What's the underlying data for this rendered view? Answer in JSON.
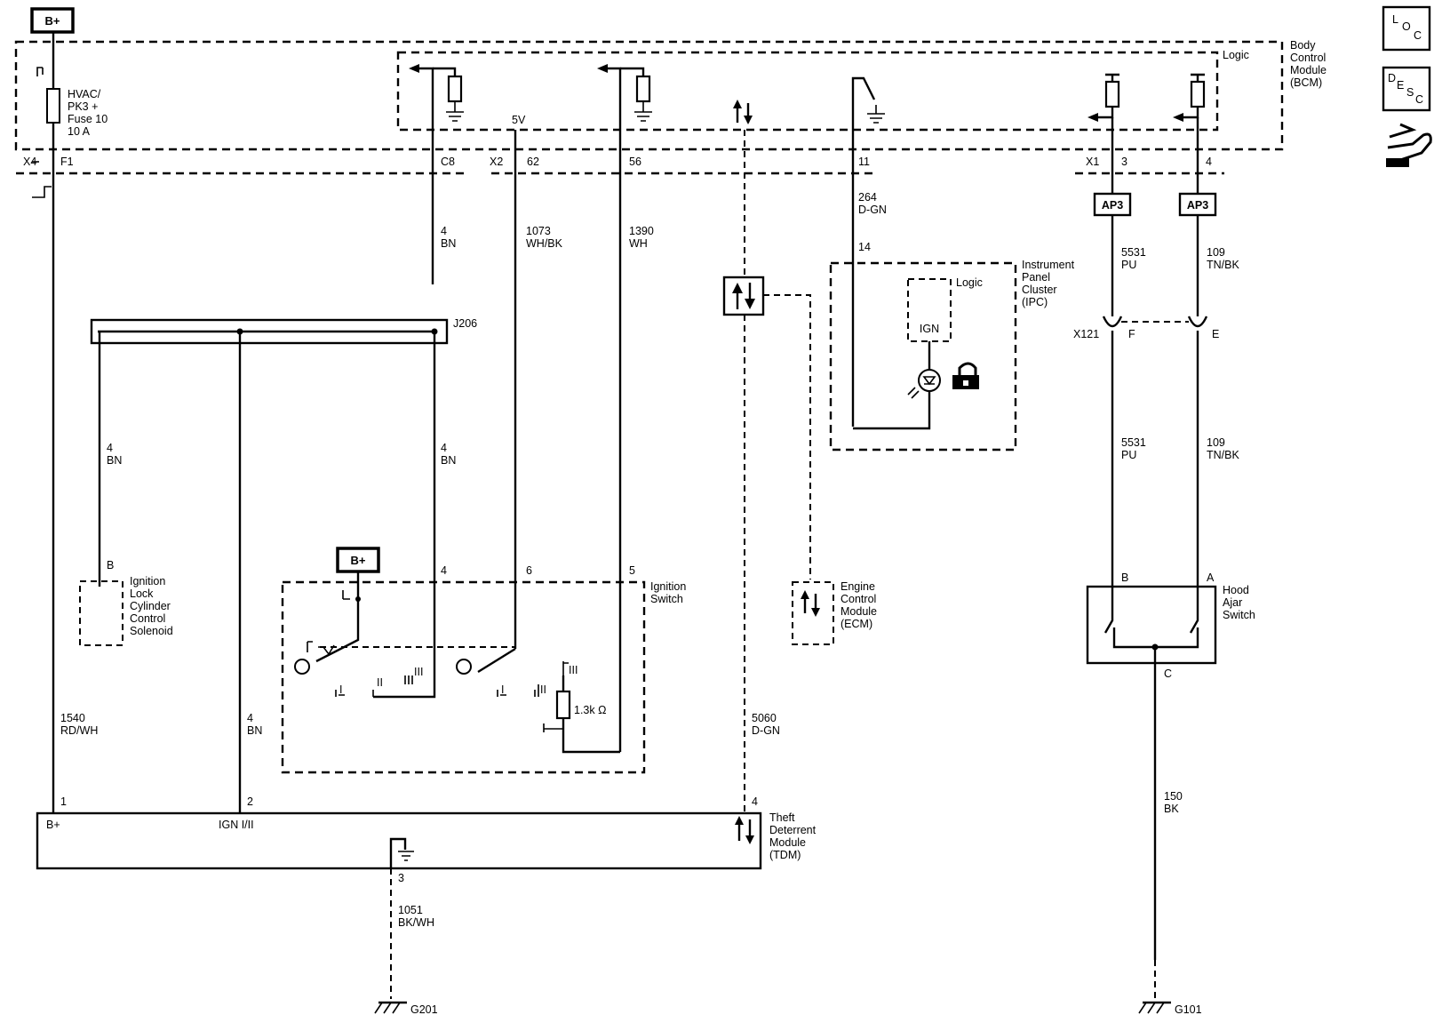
{
  "bplus": "B+",
  "bcm": {
    "name": [
      "Body",
      "Control",
      "Module",
      "(BCM)"
    ],
    "logic": "Logic",
    "fuse": [
      "HVAC/",
      "PK3 +",
      "Fuse 10",
      "10 A"
    ],
    "v5": "5V"
  },
  "connectors": {
    "x4": "X4",
    "f1": "F1",
    "c8": "C8",
    "x2": "X2",
    "p62": "62",
    "p56": "56",
    "p11": "11",
    "x1": "X1",
    "p3": "3",
    "p4": "4",
    "j206": "J206",
    "x121": "X121",
    "pF": "F",
    "pE": "E"
  },
  "splices": {
    "ap3a": "AP3",
    "ap3b": "AP3"
  },
  "wires": {
    "w4bn_top": [
      "4",
      "BN"
    ],
    "w1073": [
      "1073",
      "WH/BK"
    ],
    "w1390": [
      "1390",
      "WH"
    ],
    "w264": [
      "264",
      "D-GN"
    ],
    "w5531a": [
      "5531",
      "PU"
    ],
    "w109a": [
      "109",
      "TN/BK"
    ],
    "w4bn_left": [
      "4",
      "BN"
    ],
    "w4bn_mid": [
      "4",
      "BN"
    ],
    "w5531b": [
      "5531",
      "PU"
    ],
    "w109b": [
      "109",
      "TN/BK"
    ],
    "w1540": [
      "1540",
      "RD/WH"
    ],
    "w4bn_ign": [
      "4",
      "BN"
    ],
    "w5060": [
      "5060",
      "D-GN"
    ],
    "w1051": [
      "1051",
      "BK/WH"
    ],
    "w150": [
      "150",
      "BK"
    ]
  },
  "ipc": {
    "name": [
      "Instrument",
      "Panel",
      "Cluster",
      "(IPC)"
    ],
    "pin": "14",
    "logic": "Logic",
    "ign": "IGN"
  },
  "solenoid": {
    "name": [
      "Ignition",
      "Lock",
      "Cylinder",
      "Control",
      "Solenoid"
    ],
    "pin": "B"
  },
  "ignition_switch": {
    "name": [
      "Ignition",
      "Switch"
    ],
    "pin4": "4",
    "pin6": "6",
    "pin5": "5",
    "pos1": "I",
    "pos2": "II",
    "pos3": "III",
    "resistor": "1.3k Ω"
  },
  "ecm": {
    "name": [
      "Engine",
      "Control",
      "Module",
      "(ECM)"
    ]
  },
  "hood": {
    "name": [
      "Hood",
      "Ajar",
      "Switch"
    ],
    "pinB": "B",
    "pinA": "A",
    "pinC": "C"
  },
  "tdm": {
    "name": [
      "Theft",
      "Deterrent",
      "Module",
      "(TDM)"
    ],
    "pin1": "1",
    "pin2": "2",
    "pin3": "3",
    "pin4": "4",
    "bplus": "B+",
    "ign": "IGN I/II"
  },
  "grounds": {
    "g201": "G201",
    "g101": "G101"
  },
  "legend": {
    "loc": [
      "L",
      "O",
      "C"
    ],
    "desc": [
      "D",
      "E",
      "S",
      "C"
    ]
  },
  "icons": [
    "fuse-icon",
    "ground-icon",
    "data-arrows-icon",
    "indicator-lamp-icon",
    "lock-icon",
    "hand-pointer-icon"
  ]
}
